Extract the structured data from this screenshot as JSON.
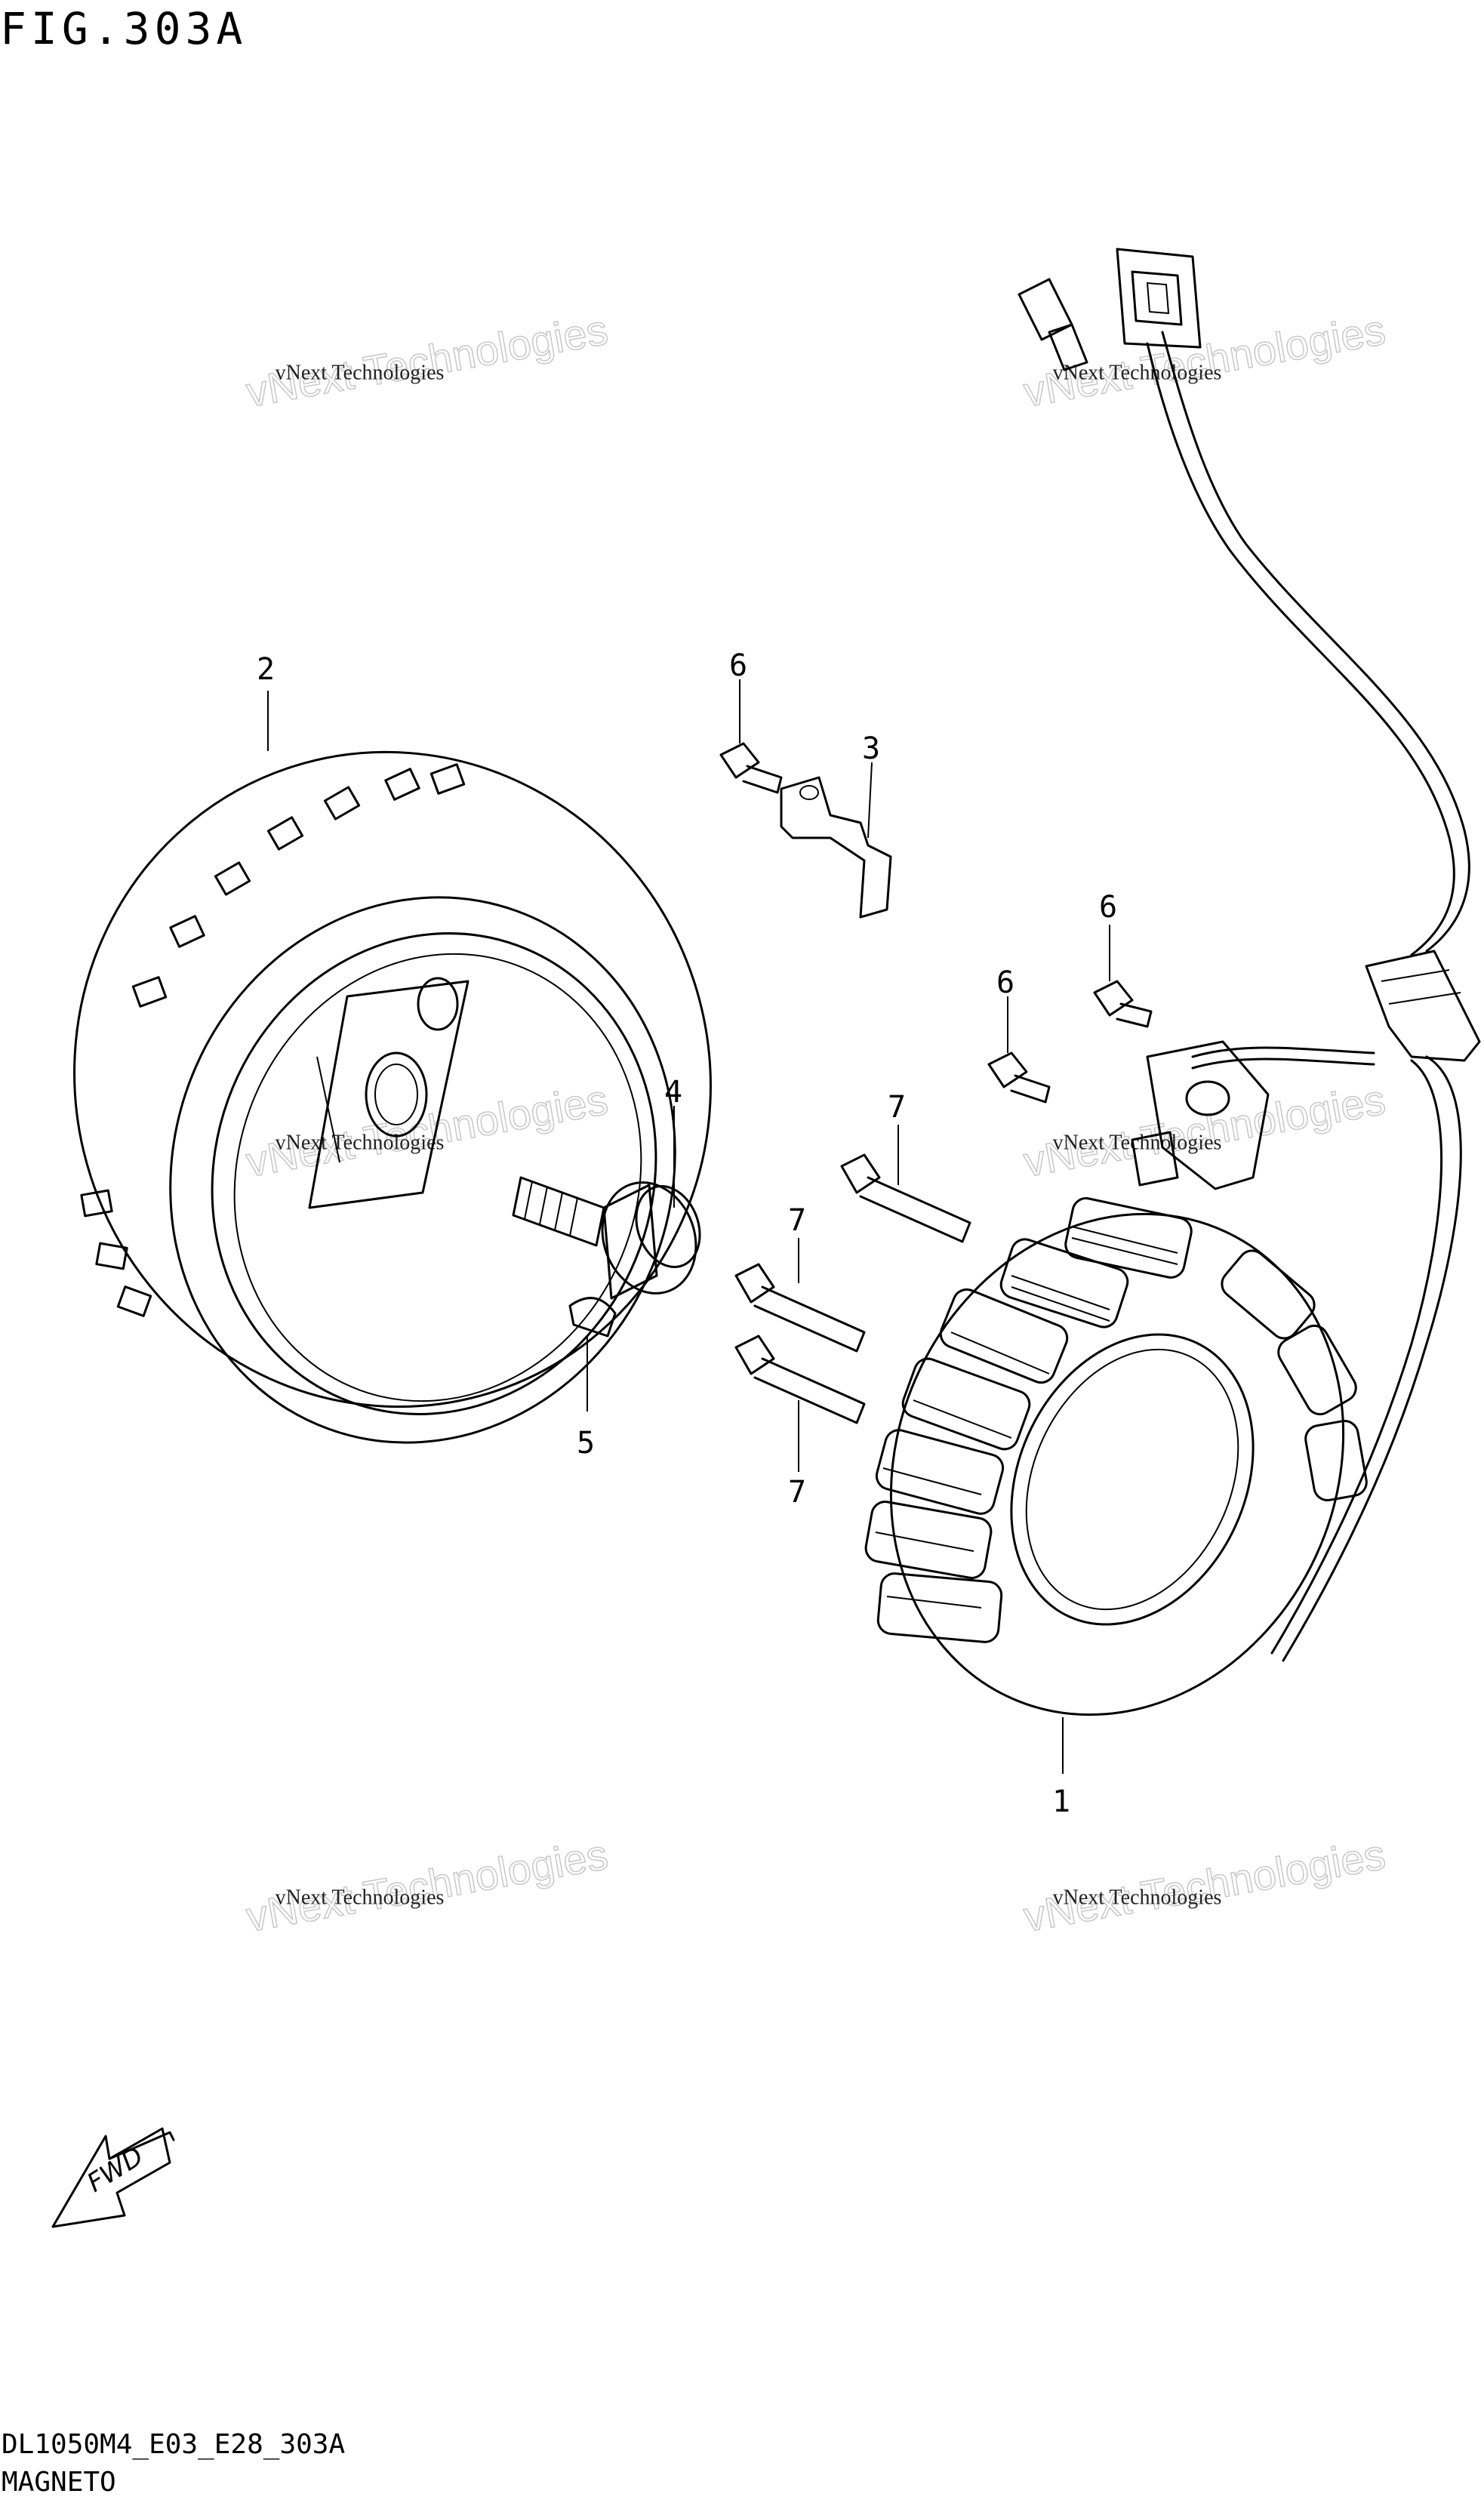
{
  "figure_title": "FIG.303A",
  "diagram_code": "DL1050M4_E03_E28_303A",
  "diagram_name": "MAGNETO",
  "fwd_label": "FWD",
  "callouts": [
    {
      "id": "c1",
      "label": "1"
    },
    {
      "id": "c2",
      "label": "2"
    },
    {
      "id": "c3",
      "label": "3"
    },
    {
      "id": "c4",
      "label": "4"
    },
    {
      "id": "c5",
      "label": "5"
    },
    {
      "id": "c6a",
      "label": "6"
    },
    {
      "id": "c6b",
      "label": "6"
    },
    {
      "id": "c6c",
      "label": "6"
    },
    {
      "id": "c7a",
      "label": "7"
    },
    {
      "id": "c7b",
      "label": "7"
    },
    {
      "id": "c7c",
      "label": "7"
    }
  ],
  "watermark": {
    "line1": "vNext Technologies",
    "line2": "vNext Technologies"
  }
}
